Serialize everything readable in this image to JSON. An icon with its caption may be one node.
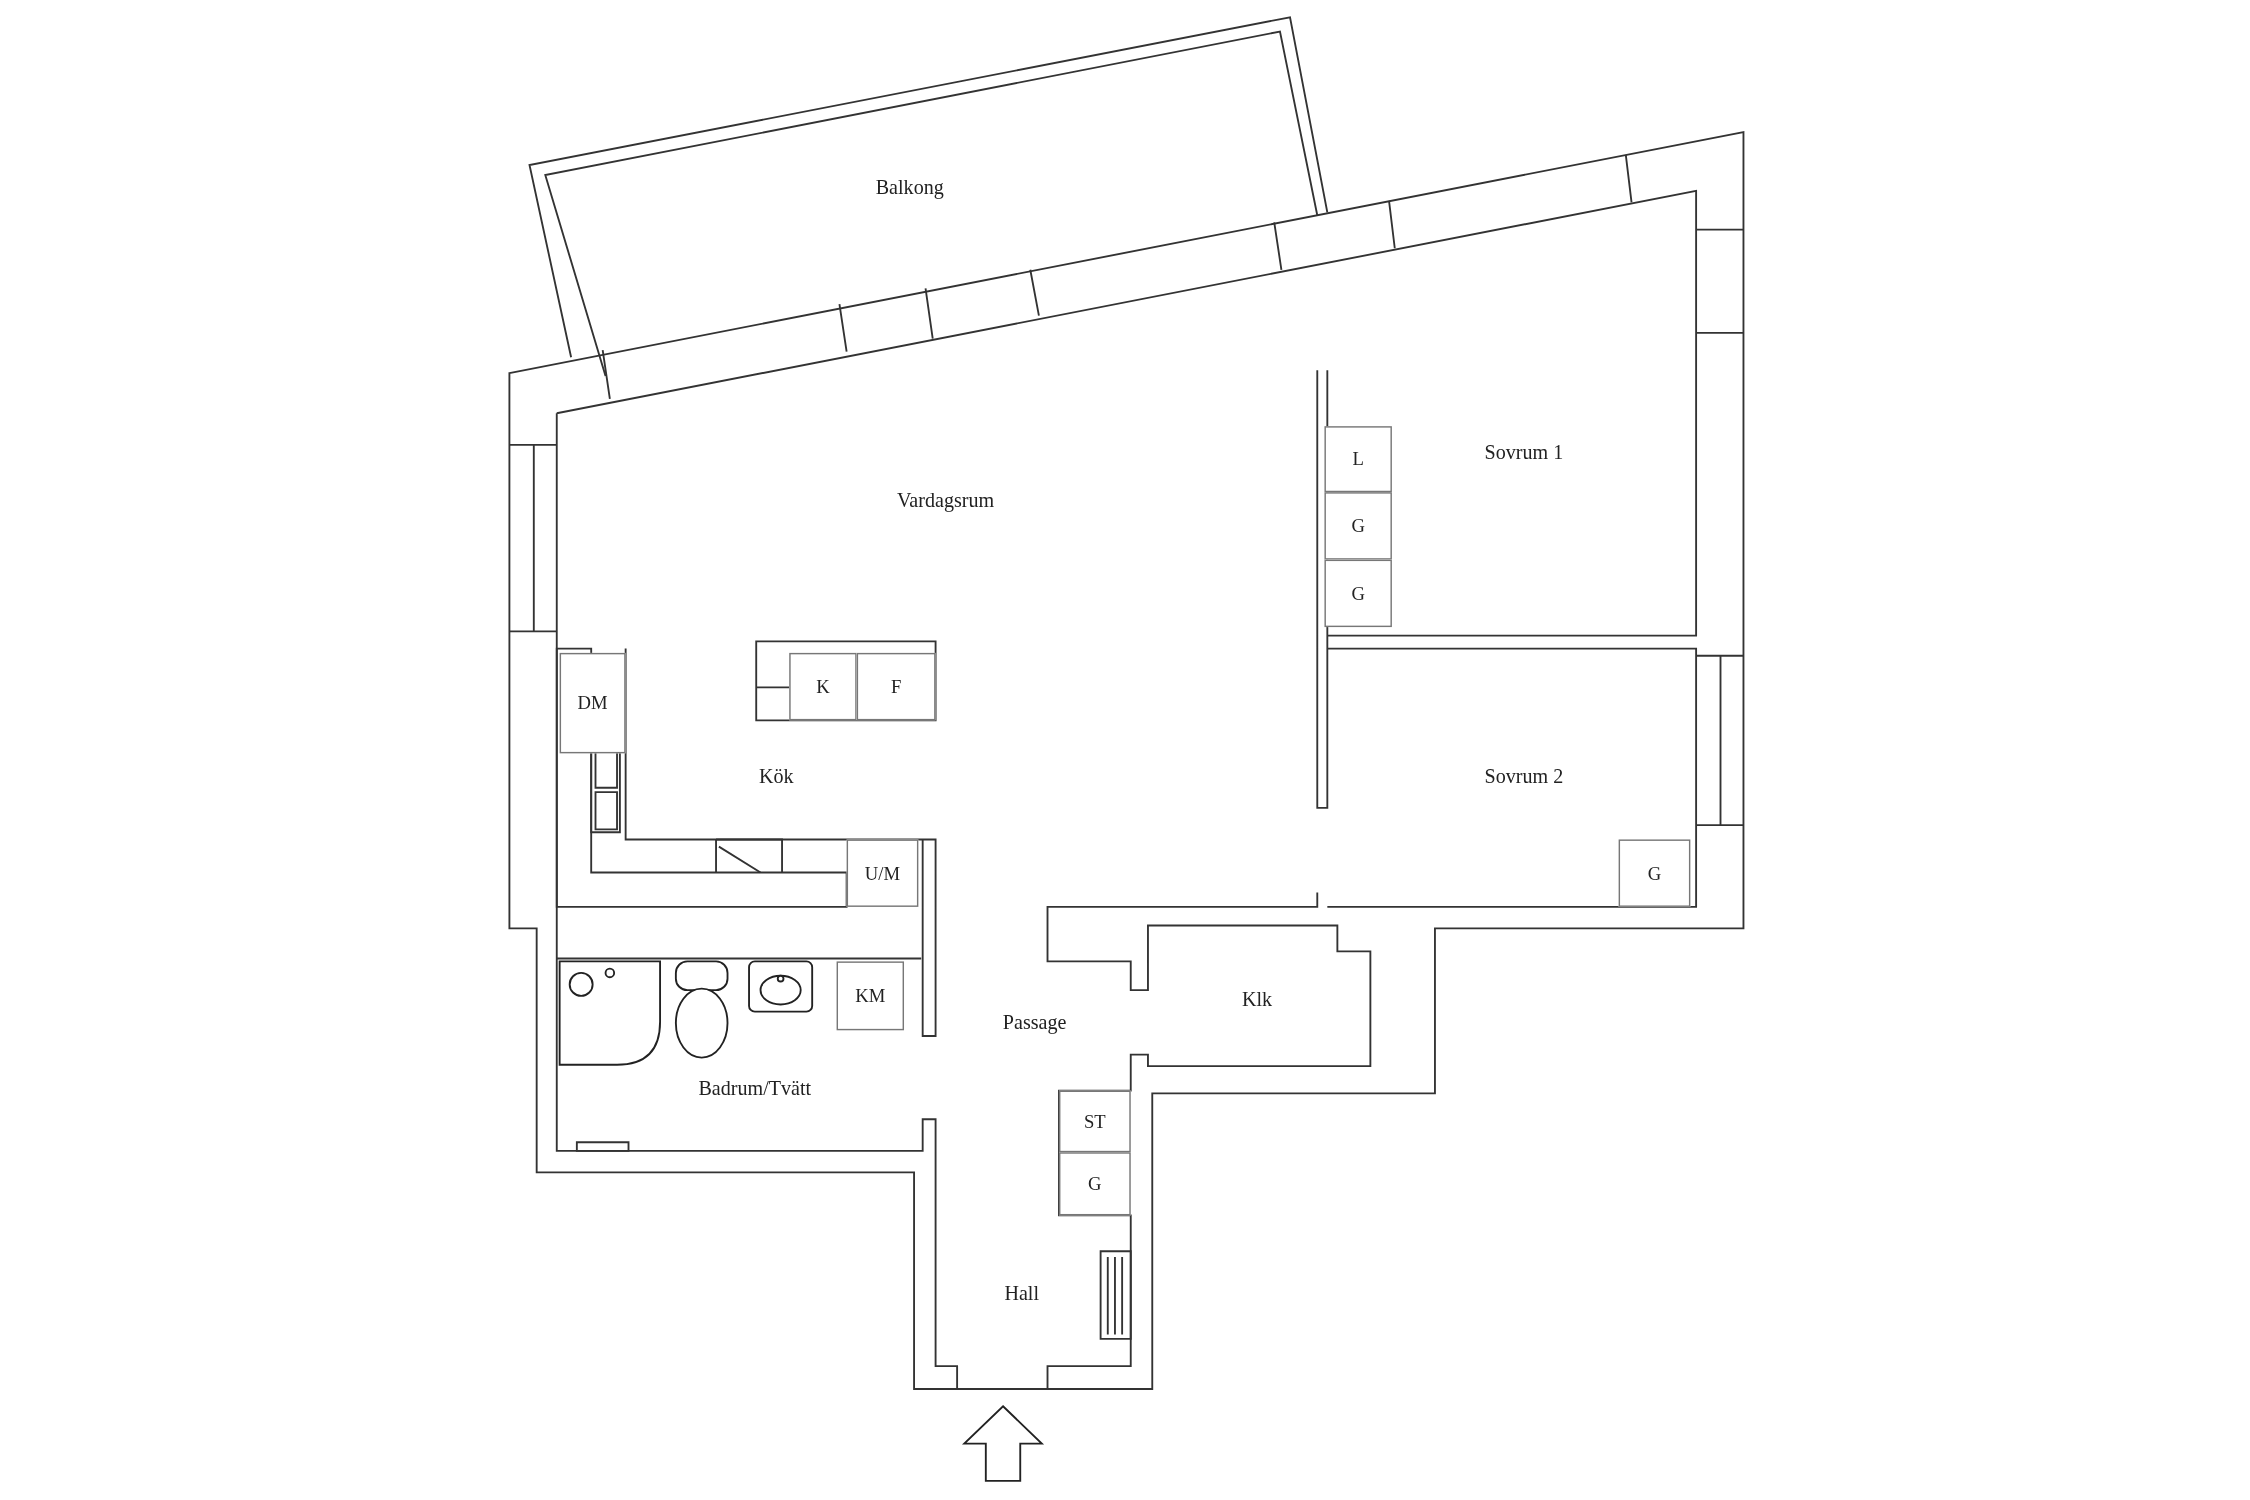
{
  "diagram": {
    "nodes": [
      {
        "text": [
          "Balkong"
        ]
      },
      {
        "text": [
          "Vardagsrum"
        ]
      },
      {
        "text": [
          "Kök"
        ]
      },
      {
        "text": [
          "K"
        ],
        "in": 2
      },
      {
        "text": [
          "F"
        ],
        "in": 2
      },
      {
        "text": [
          "DM"
        ],
        "in": 2
      },
      {
        "text": [
          "U/M"
        ],
        "in": 2
      },
      {
        "text": [
          "Sovrum 1"
        ]
      },
      {
        "text": [
          "L"
        ],
        "in": 7
      },
      {
        "text": [
          "G"
        ],
        "in": 7
      },
      {
        "text": [
          "G"
        ],
        "in": 7
      },
      {
        "text": [
          "Sovrum 2"
        ]
      },
      {
        "text": [
          "G"
        ],
        "in": 11
      },
      {
        "text": [
          "Passage"
        ]
      },
      {
        "text": [
          "Klk"
        ]
      },
      {
        "text": [
          "KM"
        ],
        "in": 16
      },
      {
        "text": [
          "Badrum/Tvätt"
        ]
      },
      {
        "text": [
          "ST"
        ],
        "in": 19
      },
      {
        "text": [
          "G"
        ],
        "in": 19
      },
      {
        "text": [
          "Hall"
        ]
      }
    ]
  }
}
